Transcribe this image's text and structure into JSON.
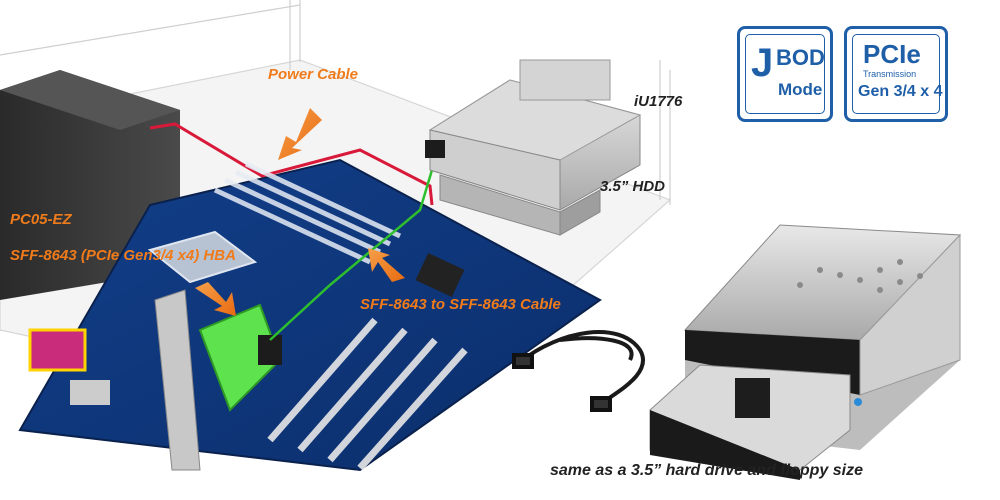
{
  "labels": {
    "power_cable": "Power Cable",
    "model": "iU1776",
    "hdd": "3.5” HDD",
    "pc05": "PC05-EZ",
    "hba": "SFF-8643 (PCIe Gen3/4 x4) HBA",
    "cable": "SFF-8643 to SFF-8643 Cable",
    "footer": "same as a 3.5” hard drive and floppy size"
  },
  "badges": {
    "jbod": {
      "letter": "J",
      "top": "BOD",
      "bottom": "Mode"
    },
    "pcie": {
      "top": "PCIe",
      "middle": "Transmission",
      "bottom": "Gen 3/4 x 4"
    }
  },
  "colors": {
    "accent_orange": "#f07b1a",
    "badge_blue": "#1f5fa8",
    "power_cable": "#d8193a",
    "data_cable": "#2dbf2d"
  },
  "icons": [
    "arrow-icon"
  ]
}
